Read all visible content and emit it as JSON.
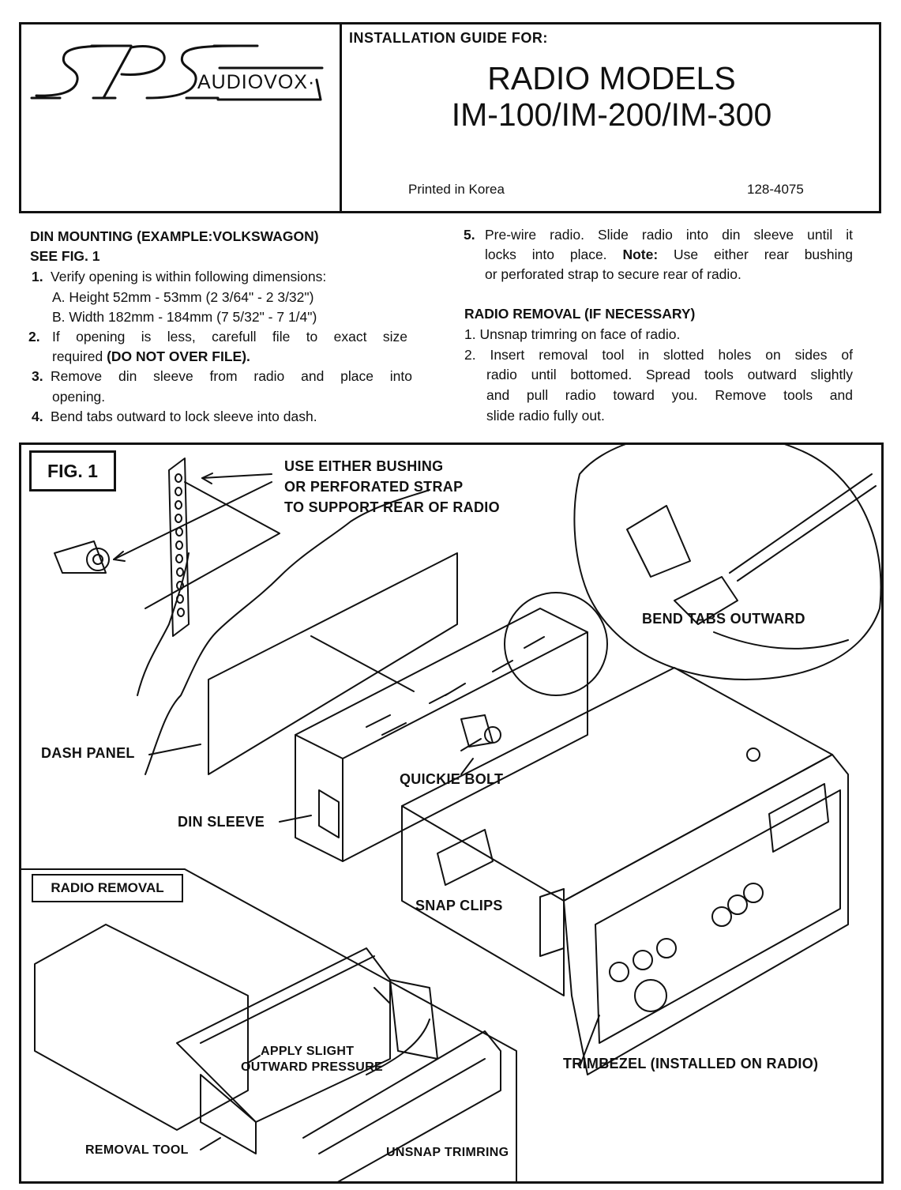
{
  "header": {
    "logo_brand": "AUDIOVOX·",
    "guide_label": "INSTALLATION GUIDE FOR:",
    "title_line1": "RADIO MODELS",
    "title_line2": "IM-100/IM-200/IM-300",
    "printed_in": "Printed in Korea",
    "part_number": "128-4075"
  },
  "din_mounting": {
    "heading": "DIN MOUNTING (EXAMPLE:VOLKSWAGON)",
    "see_fig": "SEE FIG. 1",
    "step1_num": "1.",
    "step1": "Verify opening is within following dimensions:",
    "step1a": "A. Height 52mm - 53mm (2 3/64\" - 2 3/32\")",
    "step1b": "B. Width 182mm - 184mm (7 5/32\" - 7 1/4\")",
    "step2_num": "2.",
    "step2_line1": "If opening is less, carefull file to exact size",
    "step2_line2a": "required ",
    "step2_line2b": "(DO NOT OVER FILE).",
    "step3_num": "3.",
    "step3_line1": "Remove din sleeve from radio and place into",
    "step3_line2": "opening.",
    "step4_num": "4.",
    "step4": "Bend tabs outward to lock sleeve into dash.",
    "step5_num": "5.",
    "step5_line1": "Pre-wire radio. Slide radio into din sleeve until it",
    "step5_line2a": "locks into place. ",
    "step5_note": "Note:",
    "step5_line2b": " Use either rear bushing",
    "step5_line3": "or perforated strap to secure rear of radio."
  },
  "radio_removal": {
    "heading": "RADIO REMOVAL (IF NECESSARY)",
    "step1": "1. Unsnap trimring on face of radio.",
    "step2_line1": "2. Insert removal tool in slotted holes on sides of",
    "step2_line2": "radio until bottomed. Spread tools outward slightly",
    "step2_line3": "and pull radio toward you. Remove tools and",
    "step2_line4": "slide radio fully out."
  },
  "figure": {
    "fig_label": "FIG. 1",
    "callout_support_1": "USE EITHER BUSHING",
    "callout_support_2": "OR PERFORATED STRAP",
    "callout_support_3": "TO SUPPORT REAR OF RADIO",
    "callout_bend_tabs": "BEND TABS OUTWARD",
    "callout_dash_panel": "DASH PANEL",
    "callout_quickie_bolt": "QUICKIE BOLT",
    "callout_din_sleeve": "DIN SLEEVE",
    "callout_snap_clips": "SNAP CLIPS",
    "callout_trimbezel": "TRIMBEZEL (INSTALLED ON RADIO)",
    "removal_label": "RADIO REMOVAL",
    "callout_apply_1": "APPLY SLIGHT",
    "callout_apply_2": "OUTWARD PRESSURE",
    "callout_removal_tool": "REMOVAL TOOL",
    "callout_unsnap": "UNSNAP TRIMRING"
  }
}
